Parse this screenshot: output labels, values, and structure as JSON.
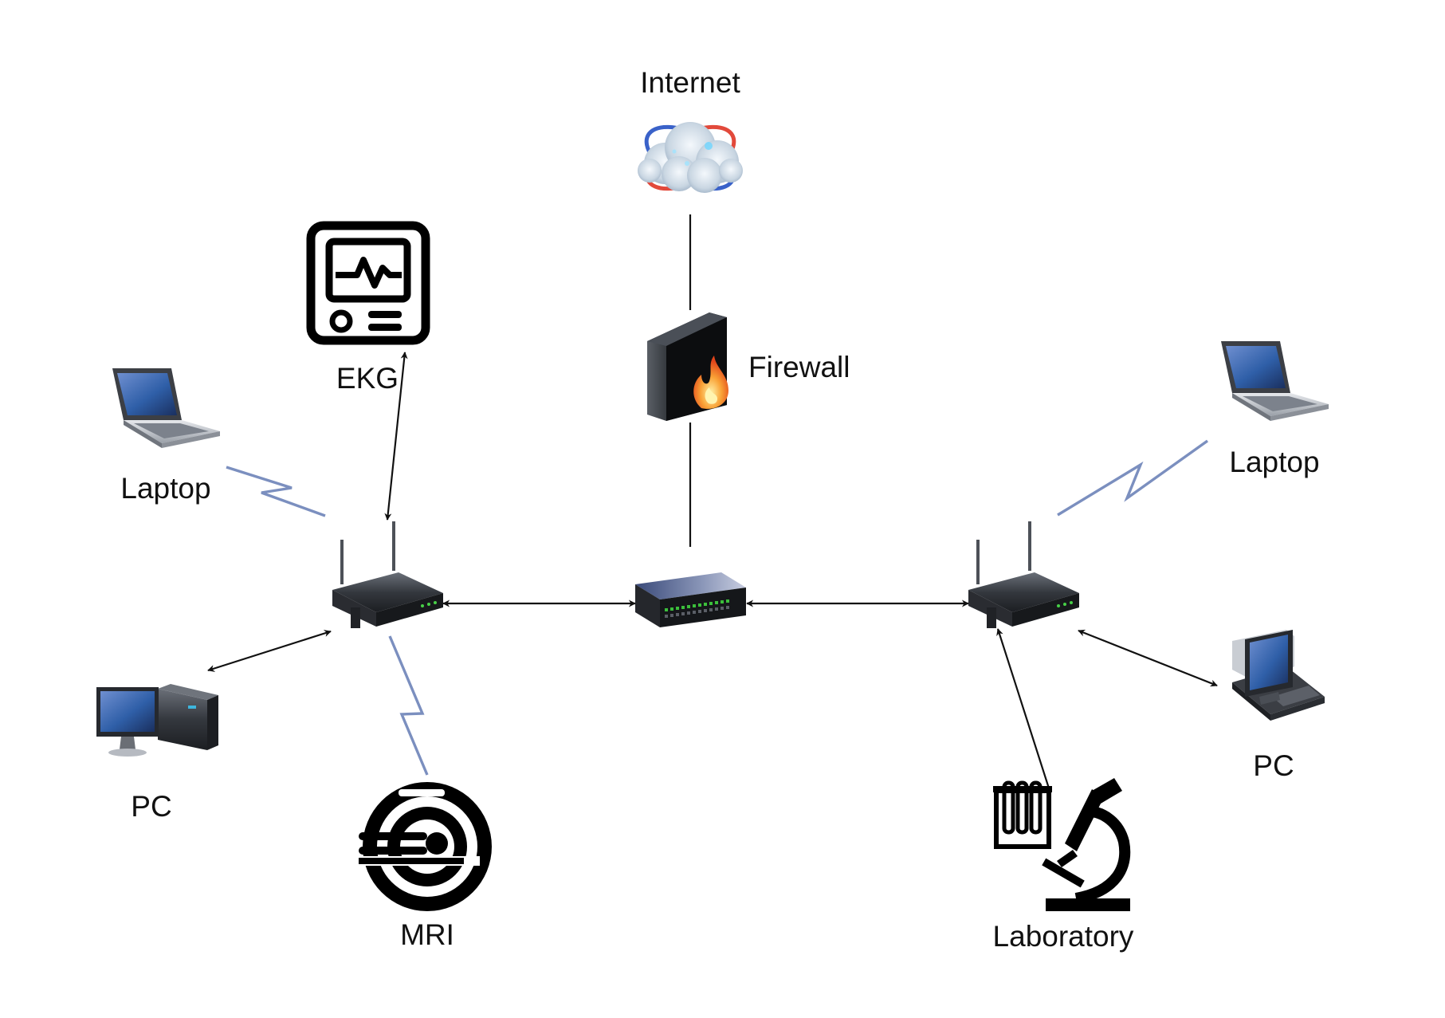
{
  "colors": {
    "line": "#111111",
    "wireless": "#7b8fbf",
    "icon_black": "#000000",
    "device_dark": "#2b2e33",
    "screen_blue": "#2f5fa8",
    "fire_orange": "#f0741d"
  },
  "nodes": {
    "internet": {
      "label": "Internet",
      "icon": "cloud-icon"
    },
    "firewall": {
      "label": "Firewall",
      "icon": "firewall-icon"
    },
    "switch": {
      "label": "",
      "icon": "switch-icon"
    },
    "router_left": {
      "label": "",
      "icon": "wireless-router-icon"
    },
    "router_right": {
      "label": "",
      "icon": "wireless-router-icon"
    },
    "ekg": {
      "label": "EKG",
      "icon": "ekg-monitor-icon"
    },
    "laptop_left": {
      "label": "Laptop",
      "icon": "laptop-icon"
    },
    "pc_left": {
      "label": "PC",
      "icon": "desktop-pc-icon"
    },
    "mri": {
      "label": "MRI",
      "icon": "mri-scanner-icon"
    },
    "laptop_right": {
      "label": "Laptop",
      "icon": "laptop-icon"
    },
    "pc_right": {
      "label": "PC",
      "icon": "desktop-pc-icon"
    },
    "laboratory": {
      "label": "Laboratory",
      "icon": "microscope-icon"
    }
  },
  "edges": [
    {
      "from": "internet",
      "to": "firewall",
      "style": "line"
    },
    {
      "from": "firewall",
      "to": "switch",
      "style": "line"
    },
    {
      "from": "router_left",
      "to": "switch",
      "style": "bidirectional-arrow"
    },
    {
      "from": "switch",
      "to": "router_right",
      "style": "bidirectional-arrow"
    },
    {
      "from": "router_left",
      "to": "ekg",
      "style": "bidirectional-arrow"
    },
    {
      "from": "router_left",
      "to": "pc_left",
      "style": "bidirectional-arrow"
    },
    {
      "from": "router_left",
      "to": "laptop_left",
      "style": "wireless"
    },
    {
      "from": "router_left",
      "to": "mri",
      "style": "wireless"
    },
    {
      "from": "router_right",
      "to": "laptop_right",
      "style": "wireless"
    },
    {
      "from": "router_right",
      "to": "pc_right",
      "style": "bidirectional-arrow"
    },
    {
      "from": "router_right",
      "to": "laboratory",
      "style": "bidirectional-arrow"
    }
  ]
}
